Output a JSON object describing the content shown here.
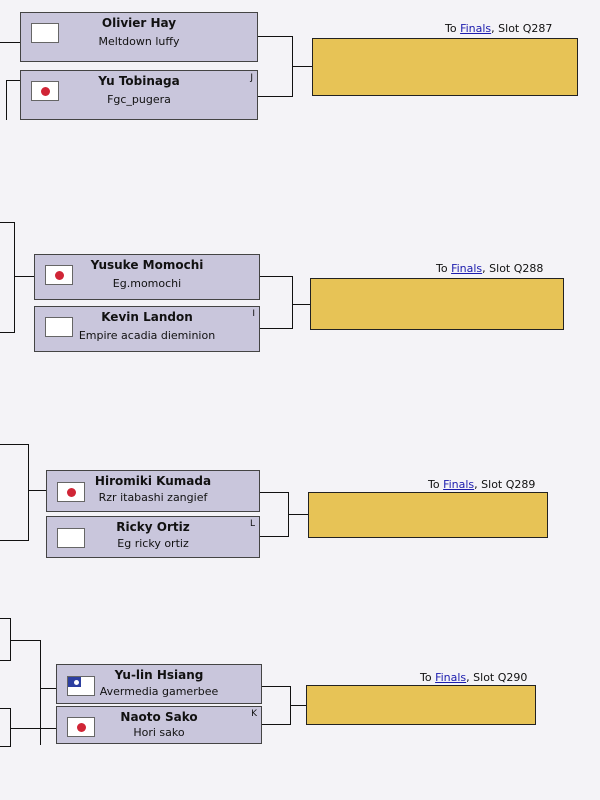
{
  "matches": [
    {
      "slot": {
        "prefix": "To ",
        "link": "Finals",
        "suffix": ", Slot Q287"
      },
      "players": [
        {
          "name": "Olivier Hay",
          "team": "Meltdown luffy",
          "flag": "fr",
          "letter": ""
        },
        {
          "name": "Yu Tobinaga",
          "team": "Fgc_pugera",
          "flag": "jp",
          "letter": "J"
        }
      ]
    },
    {
      "slot": {
        "prefix": "To ",
        "link": "Finals",
        "suffix": ", Slot Q288"
      },
      "players": [
        {
          "name": "Yusuke Momochi",
          "team": "Eg.momochi",
          "flag": "jp",
          "letter": ""
        },
        {
          "name": "Kevin Landon",
          "team": "Empire acadia dieminion",
          "flag": "us",
          "letter": "I"
        }
      ]
    },
    {
      "slot": {
        "prefix": "To ",
        "link": "Finals",
        "suffix": ", Slot Q289"
      },
      "players": [
        {
          "name": "Hiromiki Kumada",
          "team": "Rzr itabashi zangief",
          "flag": "jp",
          "letter": ""
        },
        {
          "name": "Ricky Ortiz",
          "team": "Eg ricky ortiz",
          "flag": "us",
          "letter": "L"
        }
      ]
    },
    {
      "slot": {
        "prefix": "To ",
        "link": "Finals",
        "suffix": ", Slot Q290"
      },
      "players": [
        {
          "name": "Yu-lin Hsiang",
          "team": "Avermedia gamerbee",
          "flag": "tw",
          "letter": ""
        },
        {
          "name": "Naoto Sako",
          "team": "Hori sako",
          "flag": "jp",
          "letter": "K"
        }
      ]
    }
  ]
}
